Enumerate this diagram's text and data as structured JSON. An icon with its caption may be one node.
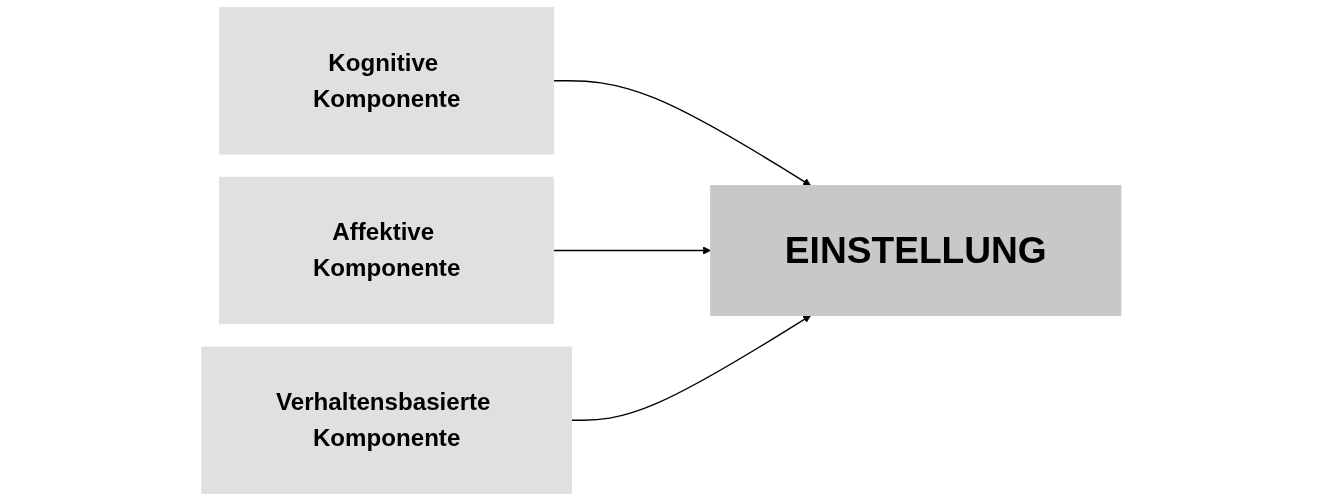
{
  "diagram": {
    "nodes": [
      {
        "text": [
          "Kognitive Komponente"
        ]
      },
      {
        "text": [
          "Affektive Komponente"
        ]
      },
      {
        "text": [
          "Verhaltensbasierte Komponente"
        ]
      },
      {
        "text": [
          "EINSTELLUNG"
        ]
      }
    ],
    "edges": [
      {
        "from": 0,
        "to": 3,
        "arrow": "to"
      },
      {
        "from": 1,
        "to": 3,
        "arrow": "to"
      },
      {
        "from": 2,
        "to": 3,
        "arrow": "to"
      }
    ]
  }
}
